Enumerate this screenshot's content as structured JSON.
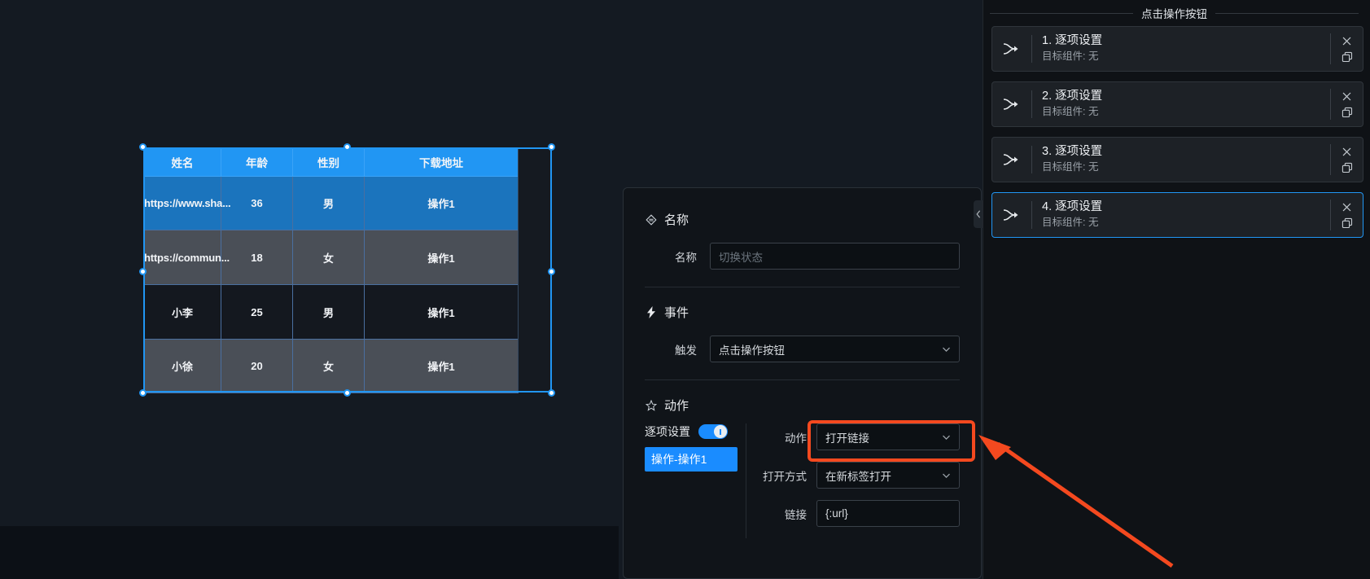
{
  "canvas": {
    "table": {
      "headers": [
        "姓名",
        "年龄",
        "性别",
        "下载地址"
      ],
      "rows": [
        {
          "name": "https://www.sha...",
          "age": "36",
          "sex": "男",
          "url": "操作1"
        },
        {
          "name": "https://commun...",
          "age": "18",
          "sex": "女",
          "url": "操作1"
        },
        {
          "name": "小李",
          "age": "25",
          "sex": "男",
          "url": "操作1"
        },
        {
          "name": "小徐",
          "age": "20",
          "sex": "女",
          "url": "操作1"
        }
      ]
    }
  },
  "dialog": {
    "name_section": {
      "heading": "名称",
      "icon": "diamond-icon",
      "field_label": "名称",
      "placeholder": "切换状态",
      "value": ""
    },
    "event_section": {
      "heading": "事件",
      "icon": "lightning-icon",
      "trigger_label": "触发",
      "trigger_value": "点击操作按钮"
    },
    "action_section": {
      "heading": "动作",
      "icon": "star-icon",
      "per_item_label": "逐项设置",
      "per_item_enabled": true,
      "item_chip": "操作-操作1",
      "action_label": "动作",
      "action_value": "打开链接",
      "open_mode_label": "打开方式",
      "open_mode_value": "在新标签打开",
      "link_label": "链接",
      "link_value": "{:url}"
    },
    "highlight_color": "#f4491f"
  },
  "sidebar": {
    "title": "点击操作按钮",
    "items": [
      {
        "name": "1. 逐项设置",
        "target": "目标组件: 无",
        "active": false
      },
      {
        "name": "2. 逐项设置",
        "target": "目标组件: 无",
        "active": false
      },
      {
        "name": "3. 逐项设置",
        "target": "目标组件: 无",
        "active": false
      },
      {
        "name": "4. 逐项设置",
        "target": "目标组件: 无",
        "active": true
      }
    ],
    "close_icon": "close-icon",
    "copy_icon": "copy-icon",
    "item_icon": "branch-arrow-icon"
  },
  "accent": "#2196f3"
}
